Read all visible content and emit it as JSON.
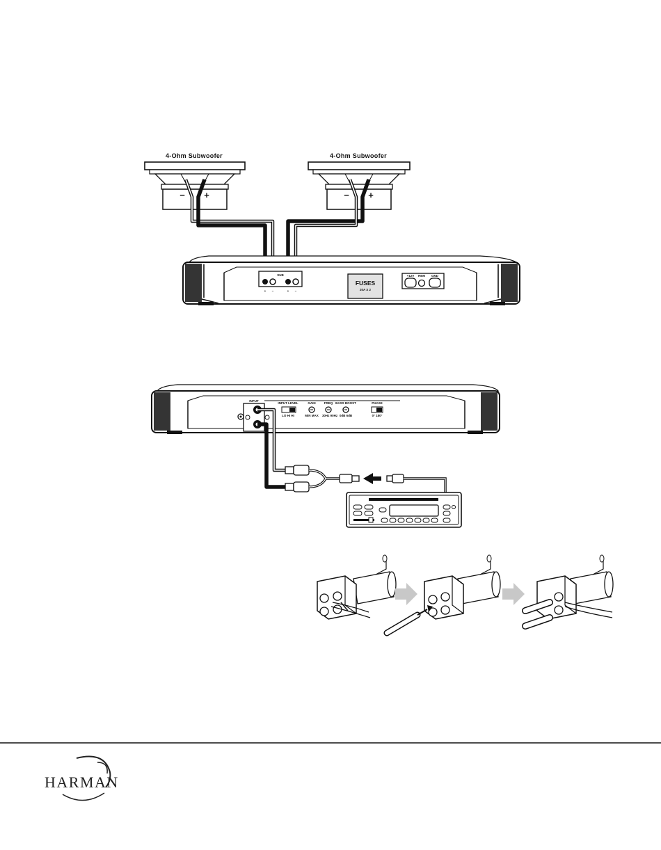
{
  "diagram_top": {
    "left_speaker_label": "4-Ohm Subwoofer",
    "right_speaker_label": "4-Ohm Subwoofer",
    "plus_sign": "+",
    "minus_sign": "−",
    "terminal_block_label": "SUB",
    "terminal_sub_labels": [
      "+",
      "−",
      "+",
      "−"
    ],
    "fuse_label": "FUSES",
    "fuse_sub_label": "20A X 2",
    "power_labels": [
      "+12V",
      "REM",
      "GND"
    ]
  },
  "diagram_middle": {
    "input_label": "INPUT",
    "input_level_label": "INPUT LEVEL",
    "input_level_scale": "LO   HI   HI",
    "gain_label": "GAIN",
    "gain_scale": "MIN MAX",
    "freq_label": "FREQ",
    "freq_scale": "30Hz  90Hz",
    "bass_boost_label": "BASS BOOST",
    "bass_boost_scale": "0dB  6dB",
    "phase_label": "PHASE",
    "phase_scale": "0°   180°"
  },
  "footer": {
    "brand": "HARMAN"
  },
  "colors": {
    "ink": "#111111",
    "arrow_fill": "#c8c8c8",
    "fuse_panel": "#d8d8d8"
  }
}
